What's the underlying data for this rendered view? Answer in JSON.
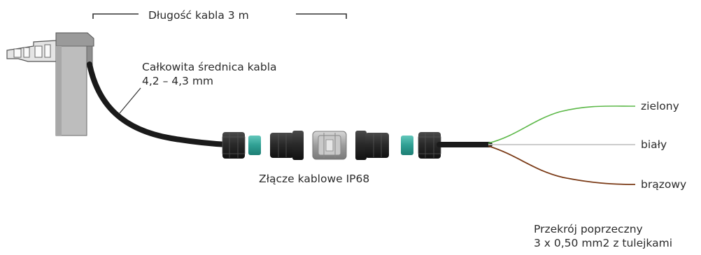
{
  "cable_length": "Długość kabla 3 m",
  "diameter": {
    "line1": "Całkowita średnica kabla",
    "line2": "4,2 – 4,3 mm"
  },
  "connector": "Złącze kablowe IP68",
  "wires": [
    {
      "label": "zielony",
      "color": "#5cb848"
    },
    {
      "label": "biały",
      "color": "#c4c4c4"
    },
    {
      "label": "brązowy",
      "color": "#7a3a16"
    }
  ],
  "cross_section": {
    "line1": "Przekrój poprzeczny",
    "line2": "3 x 0,50 mm2 z tulejkami"
  },
  "colors": {
    "cable": "#1a1a1a",
    "sensor_body": "#b9b9b9",
    "gasket": "#3aa79c",
    "nut": "#2e2e2e",
    "coupler": "#a9a9a9"
  }
}
